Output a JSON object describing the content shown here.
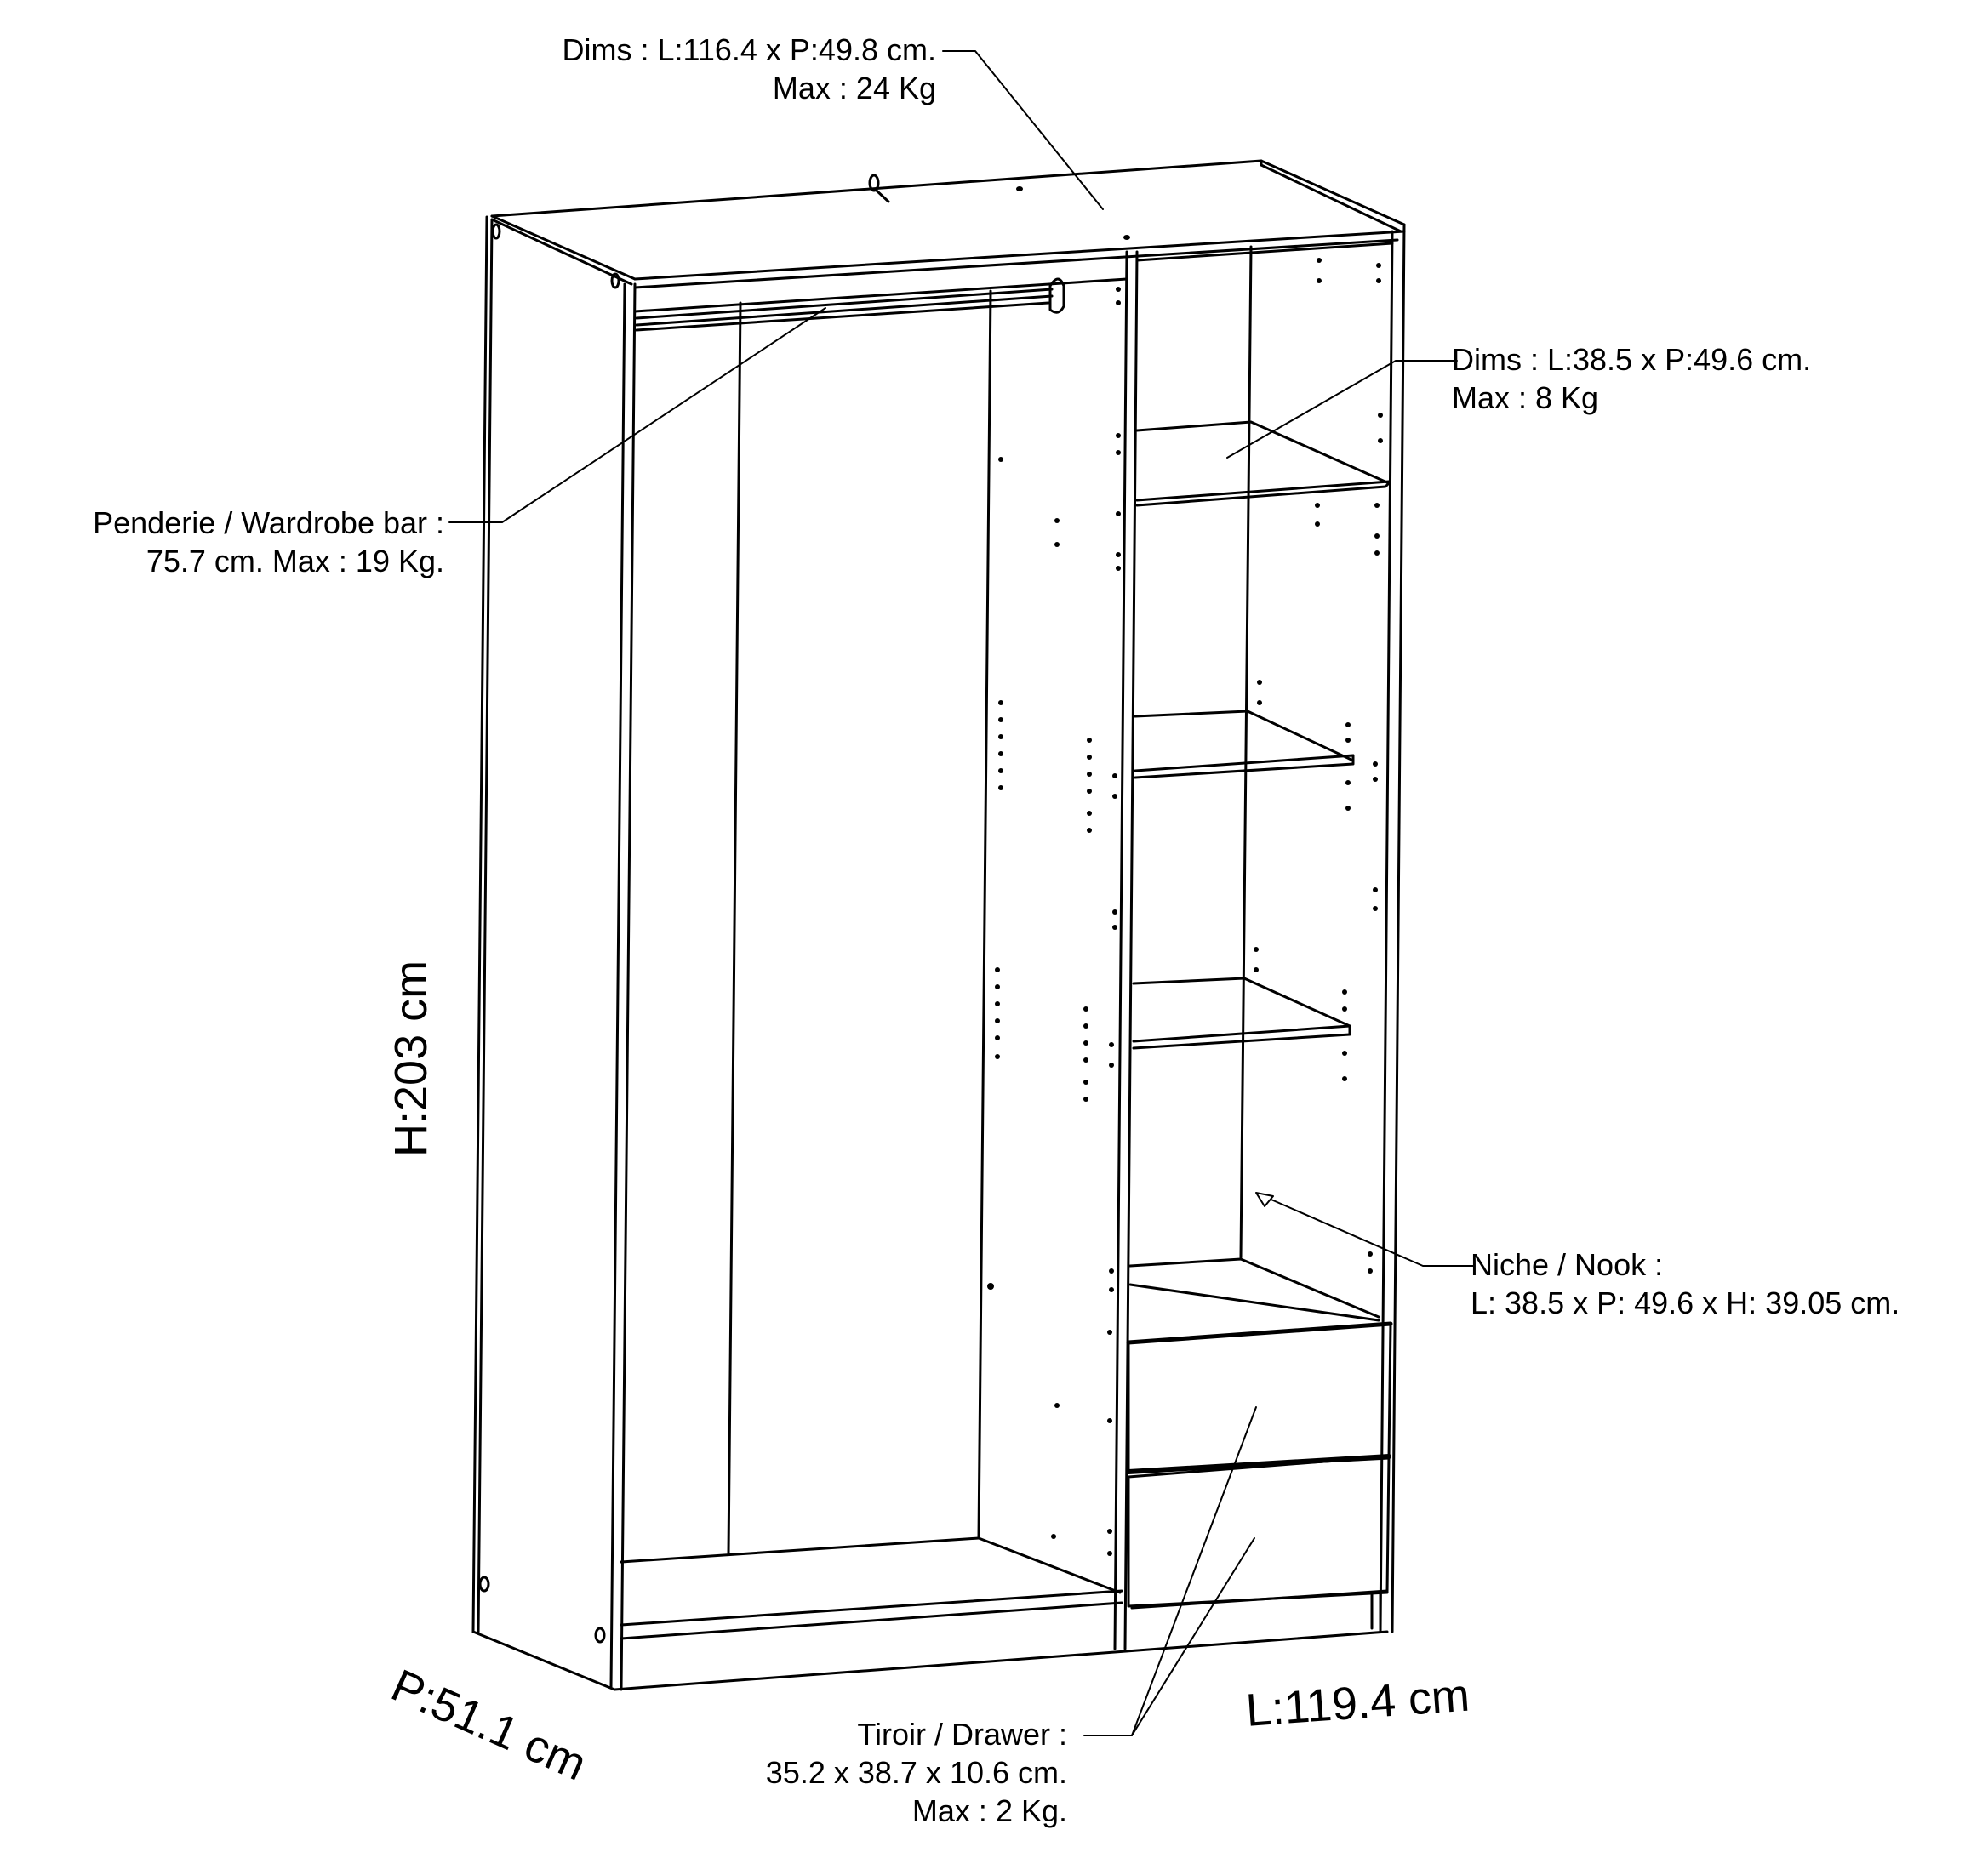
{
  "diagram": {
    "subject": "Wardrobe with hanging rail, shelves, niche and two drawers",
    "stroke_color": "#000000",
    "background": "#ffffff"
  },
  "callouts": {
    "top": {
      "line1": "Dims : L:116.4 x P:49.8 cm.",
      "line2": "Max : 24 Kg"
    },
    "shelf": {
      "line1": "Dims : L:38.5 x P:49.6 cm.",
      "line2": "Max : 8 Kg"
    },
    "wardrobe_bar": {
      "line1": "Penderie / Wardrobe bar :",
      "line2": "75.7 cm. Max : 19 Kg."
    },
    "niche": {
      "line1": "Niche / Nook :",
      "line2": "L: 38.5 x P: 49.6 x H: 39.05 cm."
    },
    "drawer": {
      "line1": "Tiroir / Drawer :",
      "line2": "35.2 x 38.7 x 10.6 cm.",
      "line3": "Max : 2 Kg."
    }
  },
  "dimensions": {
    "height": "H:203 cm",
    "depth": "P:51.1 cm",
    "length": "L:119.4 cm"
  }
}
